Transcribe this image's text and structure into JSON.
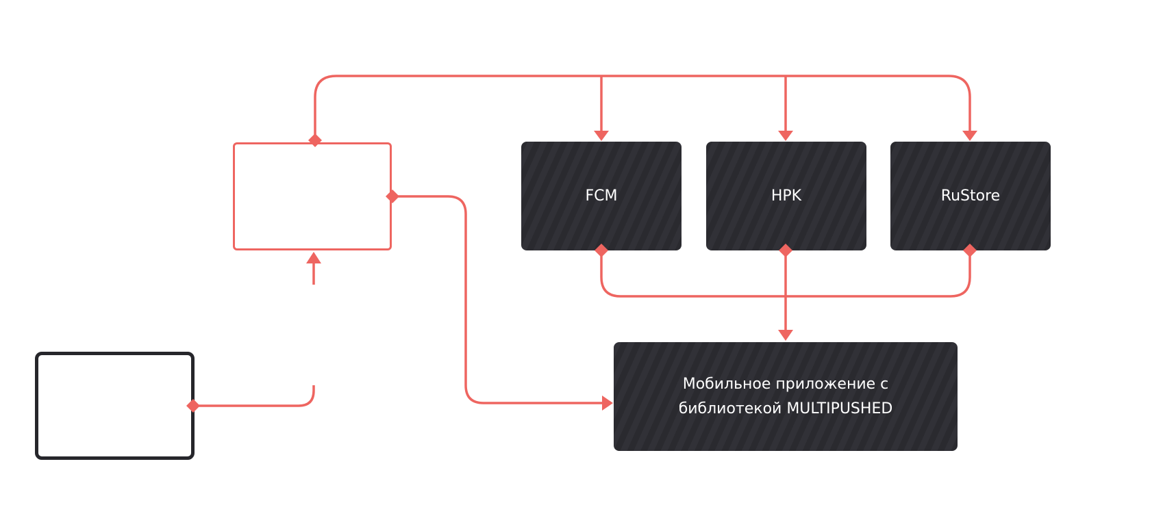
{
  "diagram": {
    "providers": [
      {
        "id": "fcm",
        "label": "FCM"
      },
      {
        "id": "hpk",
        "label": "HPK"
      },
      {
        "id": "rustore",
        "label": "RuStore"
      }
    ],
    "app": {
      "label": "Мобильное приложение с библиотекой MULTIPUSHED"
    },
    "colors": {
      "connector": "#ee6560",
      "dark_box": "#2a2a2f",
      "dark_outline": "#26262b",
      "text_on_dark": "#ffffff"
    }
  }
}
